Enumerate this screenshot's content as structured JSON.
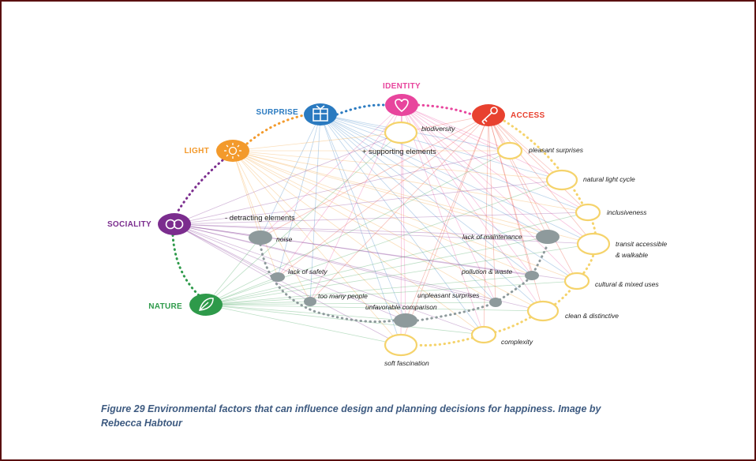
{
  "categories": {
    "identity": {
      "label": "IDENTITY",
      "color": "#e8459d",
      "icon": "heart-icon"
    },
    "access": {
      "label": "ACCESS",
      "color": "#e8412f",
      "icon": "key-icon"
    },
    "surprise": {
      "label": "SURPRISE",
      "color": "#2a7ac0",
      "icon": "gift-icon"
    },
    "light": {
      "label": "LIGHT",
      "color": "#f39a2c",
      "icon": "sun-icon"
    },
    "sociality": {
      "label": "SOCIALITY",
      "color": "#7b2d8e",
      "icon": "rings-icon"
    },
    "nature": {
      "label": "NATURE",
      "color": "#2e9a4a",
      "icon": "leaf-icon"
    }
  },
  "group_labels": {
    "supporting": "+ supporting elements",
    "detracting": "- detracting elements"
  },
  "supporting_elements": [
    "biodiversity",
    "pleasant surprises",
    "natural light cycle",
    "inclusiveness",
    "transit accessible",
    "& walkable",
    "cultural & mixed uses",
    "clean & distinctive",
    "complexity",
    "soft fascination"
  ],
  "detracting_elements": [
    "noise",
    "lack of safety",
    "too many people",
    "unfavorable comparison",
    "unpleasant surprises",
    "pollution & waste",
    "lack of maintenance"
  ],
  "colors": {
    "supporting": "#f5d36b",
    "detracting": "#8e9a9c",
    "caption": "#3d5a80",
    "border": "#5a0f10"
  },
  "caption": {
    "line1": "Figure 29 Environmental factors that can influence design and planning decisions for happiness. Image by",
    "line2": "Rebecca Habtour"
  }
}
